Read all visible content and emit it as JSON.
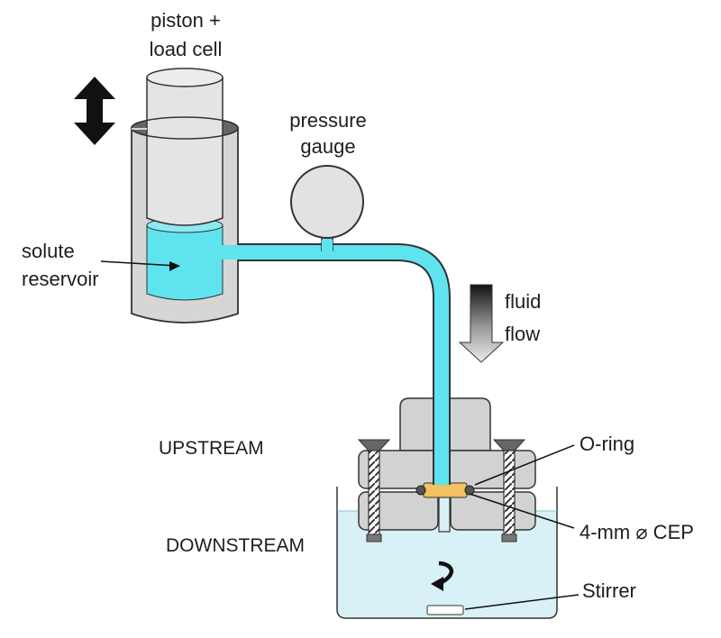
{
  "labels": {
    "piston_line1": "piston +",
    "piston_line2": "load cell",
    "gauge_line1": "pressure",
    "gauge_line2": "gauge",
    "reservoir_line1": "solute",
    "reservoir_line2": "reservoir",
    "flow_line1": "fluid",
    "flow_line2": "flow",
    "upstream": "UPSTREAM",
    "downstream": "DOWNSTREAM",
    "oring": "O-ring",
    "cep": "4-mm ⌀ CEP",
    "stirrer": "Stirrer"
  },
  "colors": {
    "fluid": "#5fe3ef",
    "fluid_light": "#8ceaf3",
    "bath": "#d8f1f6",
    "housing": "#d6d6d6",
    "piston": "#e4e4e4",
    "clamp": "#cfcfcf",
    "cep": "#f2c160",
    "outline": "#333333",
    "text": "#1e1e1e"
  }
}
